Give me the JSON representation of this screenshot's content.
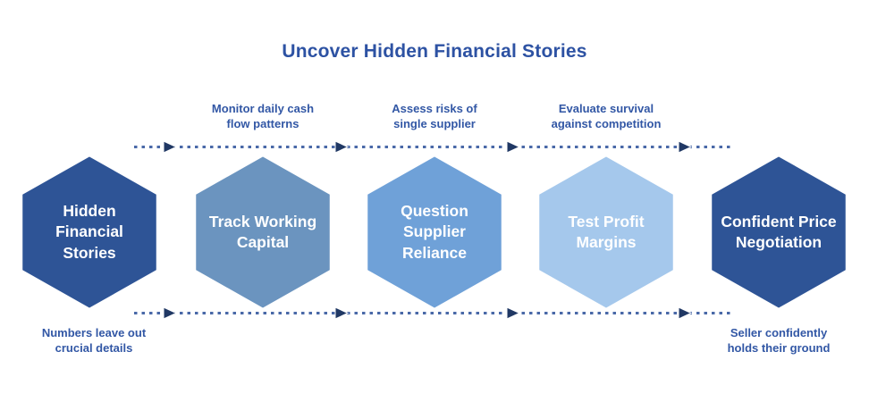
{
  "title": {
    "text": "Uncover Hidden Financial Stories"
  },
  "steps": [
    {
      "name": "hidden-financial-stories",
      "label": "Hidden\nFinancial\nStories",
      "color": "#2e5496"
    },
    {
      "name": "track-working-capital",
      "label": "Track Working\nCapital",
      "color": "#6b94bf"
    },
    {
      "name": "question-supplier-reliance",
      "label": "Question\nSupplier\nReliance",
      "color": "#6fa1d8"
    },
    {
      "name": "test-profit-margins",
      "label": "Test Profit\nMargins",
      "color": "#a5c8ec"
    },
    {
      "name": "confident-price-negotiation",
      "label": "Confident Price\nNegotiation",
      "color": "#2e5496"
    }
  ],
  "annotations": {
    "top": [
      "Monitor daily cash\nflow patterns",
      "Assess risks of\nsingle supplier",
      "Evaluate survival\nagainst competition"
    ],
    "bottom_left": "Numbers leave out\ncrucial details",
    "bottom_right": "Seller confidently\nholds their ground"
  },
  "colors": {
    "title_text": "#2d52a3",
    "annotation_text": "#3257a5",
    "step_text": "#ffffff",
    "dotted_line": "#4a69a8",
    "arrowhead": "#203864",
    "hex_border": "#ffffff"
  }
}
